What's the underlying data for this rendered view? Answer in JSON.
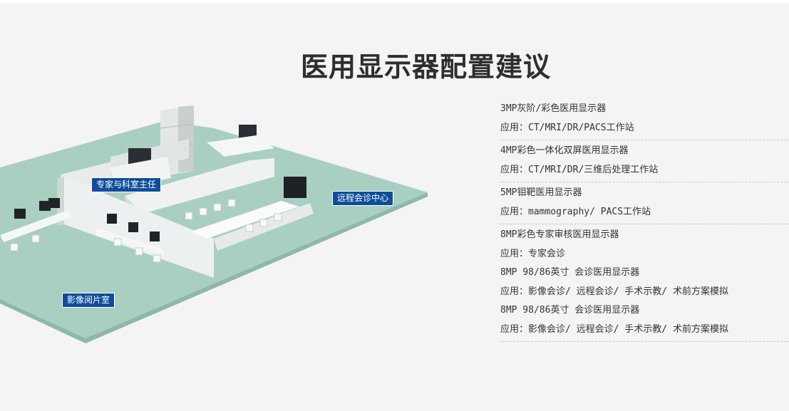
{
  "title": "医用显示器配置建议",
  "illustration": {
    "labels": {
      "expert_office": "专家与科室主任",
      "remote_center": "远程会诊中心",
      "reading_room": "影像阅片室"
    },
    "colors": {
      "floor": "#a9cfc1",
      "label_bg": "#0f4d9a"
    }
  },
  "specs": [
    {
      "name": "3MP灰阶/彩色医用显示器",
      "app": "应用：CT/MRI/DR/PACS工作站"
    },
    {
      "name": "4MP彩色一体化双屏医用显示器",
      "app": "应用：CT/MRI/DR/三维后处理工作站"
    },
    {
      "name": "5MP钼靶医用显示器",
      "app": "应用：mammography/ PACS工作站"
    },
    {
      "name": "8MP彩色专家审核医用显示器",
      "app": "应用：专家会诊",
      "name2": "8MP 98/86英寸 会诊医用显示器",
      "app2": "应用：影像会诊/ 远程会诊/ 手术示教/ 术前方案模拟",
      "name3": "8MP 98/86英寸 会诊医用显示器",
      "app3": "应用：影像会诊/ 远程会诊/ 手术示教/ 术前方案模拟"
    }
  ]
}
